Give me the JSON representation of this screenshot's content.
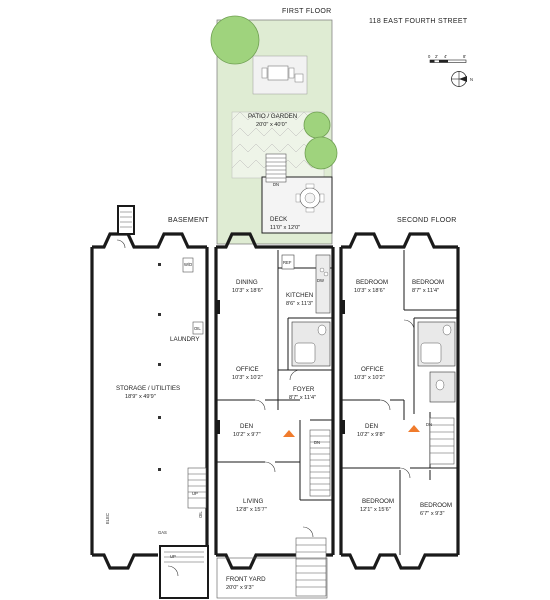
{
  "address": "118 EAST FOURTH STREET",
  "scale": {
    "ticks": [
      "0",
      "2'",
      "4'",
      "8'"
    ]
  },
  "compass_label": "N",
  "floors": {
    "first": "FIRST FLOOR",
    "basement": "BASEMENT",
    "second": "SECOND FLOOR"
  },
  "rooms": {
    "patio": {
      "name": "PATIO / GARDEN",
      "dim": "20'0\" x 40'0\""
    },
    "deck": {
      "name": "DECK",
      "dim": "11'0\" x 12'0\""
    },
    "dining": {
      "name": "DINING",
      "dim": "10'3\" x 18'6\""
    },
    "kitchen": {
      "name": "KITCHEN",
      "dim": "8'6\" x 11'3\""
    },
    "office1": {
      "name": "OFFICE",
      "dim": "10'3\" x 10'2\""
    },
    "foyer": {
      "name": "FOYER",
      "dim": "8'7\" x 11'4\""
    },
    "den1": {
      "name": "DEN",
      "dim": "10'2\" x 9'7\""
    },
    "living": {
      "name": "LIVING",
      "dim": "12'8\" x 15'7\""
    },
    "frontyard": {
      "name": "FRONT YARD",
      "dim": "20'0\" x 9'3\""
    },
    "laundry": {
      "name": "LAUNDRY"
    },
    "storage": {
      "name": "STORAGE / UTILITIES",
      "dim": "18'9\" x 49'9\""
    },
    "bed1": {
      "name": "BEDROOM",
      "dim": "10'3\" x 18'6\""
    },
    "bed2": {
      "name": "BEDROOM",
      "dim": "8'7\" x 11'4\""
    },
    "office2": {
      "name": "OFFICE",
      "dim": "10'3\" x 10'2\""
    },
    "den2": {
      "name": "DEN",
      "dim": "10'2\" x 9'8\""
    },
    "bed3": {
      "name": "BEDROOM",
      "dim": "12'1\" x 15'6\""
    },
    "bed4": {
      "name": "BEDROOM",
      "dim": "6'7\" x 9'3\""
    }
  },
  "stair_labels": {
    "dn_deck": "DN",
    "dn_foyer": "DN",
    "dn_second": "DN",
    "up_basement": "UP",
    "up_front": "UP"
  },
  "fixtures": {
    "wd": "W/D",
    "ref": "REF",
    "dw": "DW",
    "gas": "GAS",
    "elec": "ELEC",
    "oil": "OIL"
  },
  "colors": {
    "garden_fill": "#dfecd3",
    "tree_fill": "#9fd37d",
    "tree_stroke": "#6f9f52",
    "wall": "#1a1a1a",
    "stair_accent": "#f07b2c",
    "bath_fill": "#e9e9e9"
  }
}
